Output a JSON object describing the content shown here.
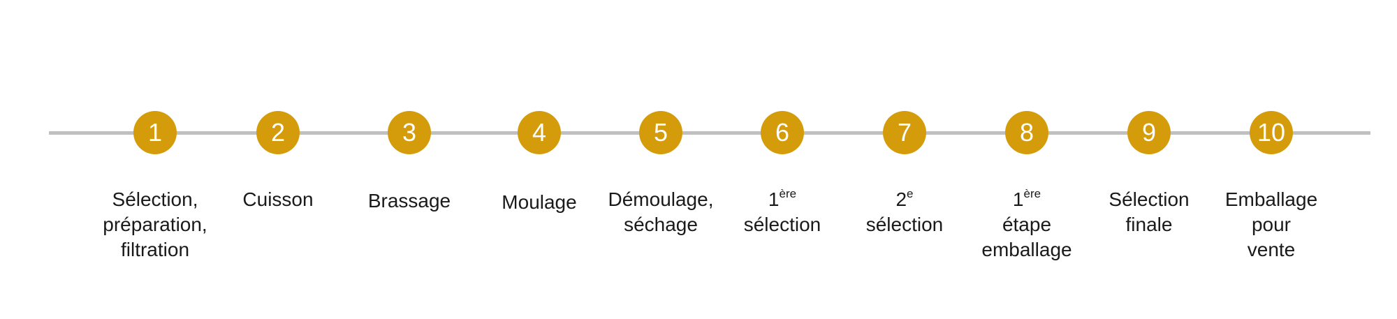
{
  "colors": {
    "track": "#c0c0c0",
    "step_circle": "#d49c0b",
    "step_number": "#ffffff",
    "label_text": "#1a1a1a"
  },
  "steps": [
    {
      "number": "1",
      "label": [
        "Sélection,",
        "préparation,",
        "filtration"
      ]
    },
    {
      "number": "2",
      "label": [
        "Cuisson"
      ]
    },
    {
      "number": "3",
      "label": [
        "Brassage"
      ]
    },
    {
      "number": "4",
      "label": [
        "Moulage"
      ]
    },
    {
      "number": "5",
      "label": [
        "Démoulage,",
        "séchage"
      ]
    },
    {
      "number": "6",
      "ordinal": {
        "value": "1",
        "suffix": "ère"
      },
      "label": [
        "sélection"
      ]
    },
    {
      "number": "7",
      "ordinal": {
        "value": "2",
        "suffix": "e"
      },
      "label": [
        "sélection"
      ]
    },
    {
      "number": "8",
      "ordinal": {
        "value": "1",
        "suffix": "ère"
      },
      "label": [
        "étape",
        "emballage"
      ]
    },
    {
      "number": "9",
      "label": [
        "Sélection",
        "finale"
      ]
    },
    {
      "number": "10",
      "label": [
        "Emballage",
        "pour",
        "vente"
      ]
    }
  ]
}
